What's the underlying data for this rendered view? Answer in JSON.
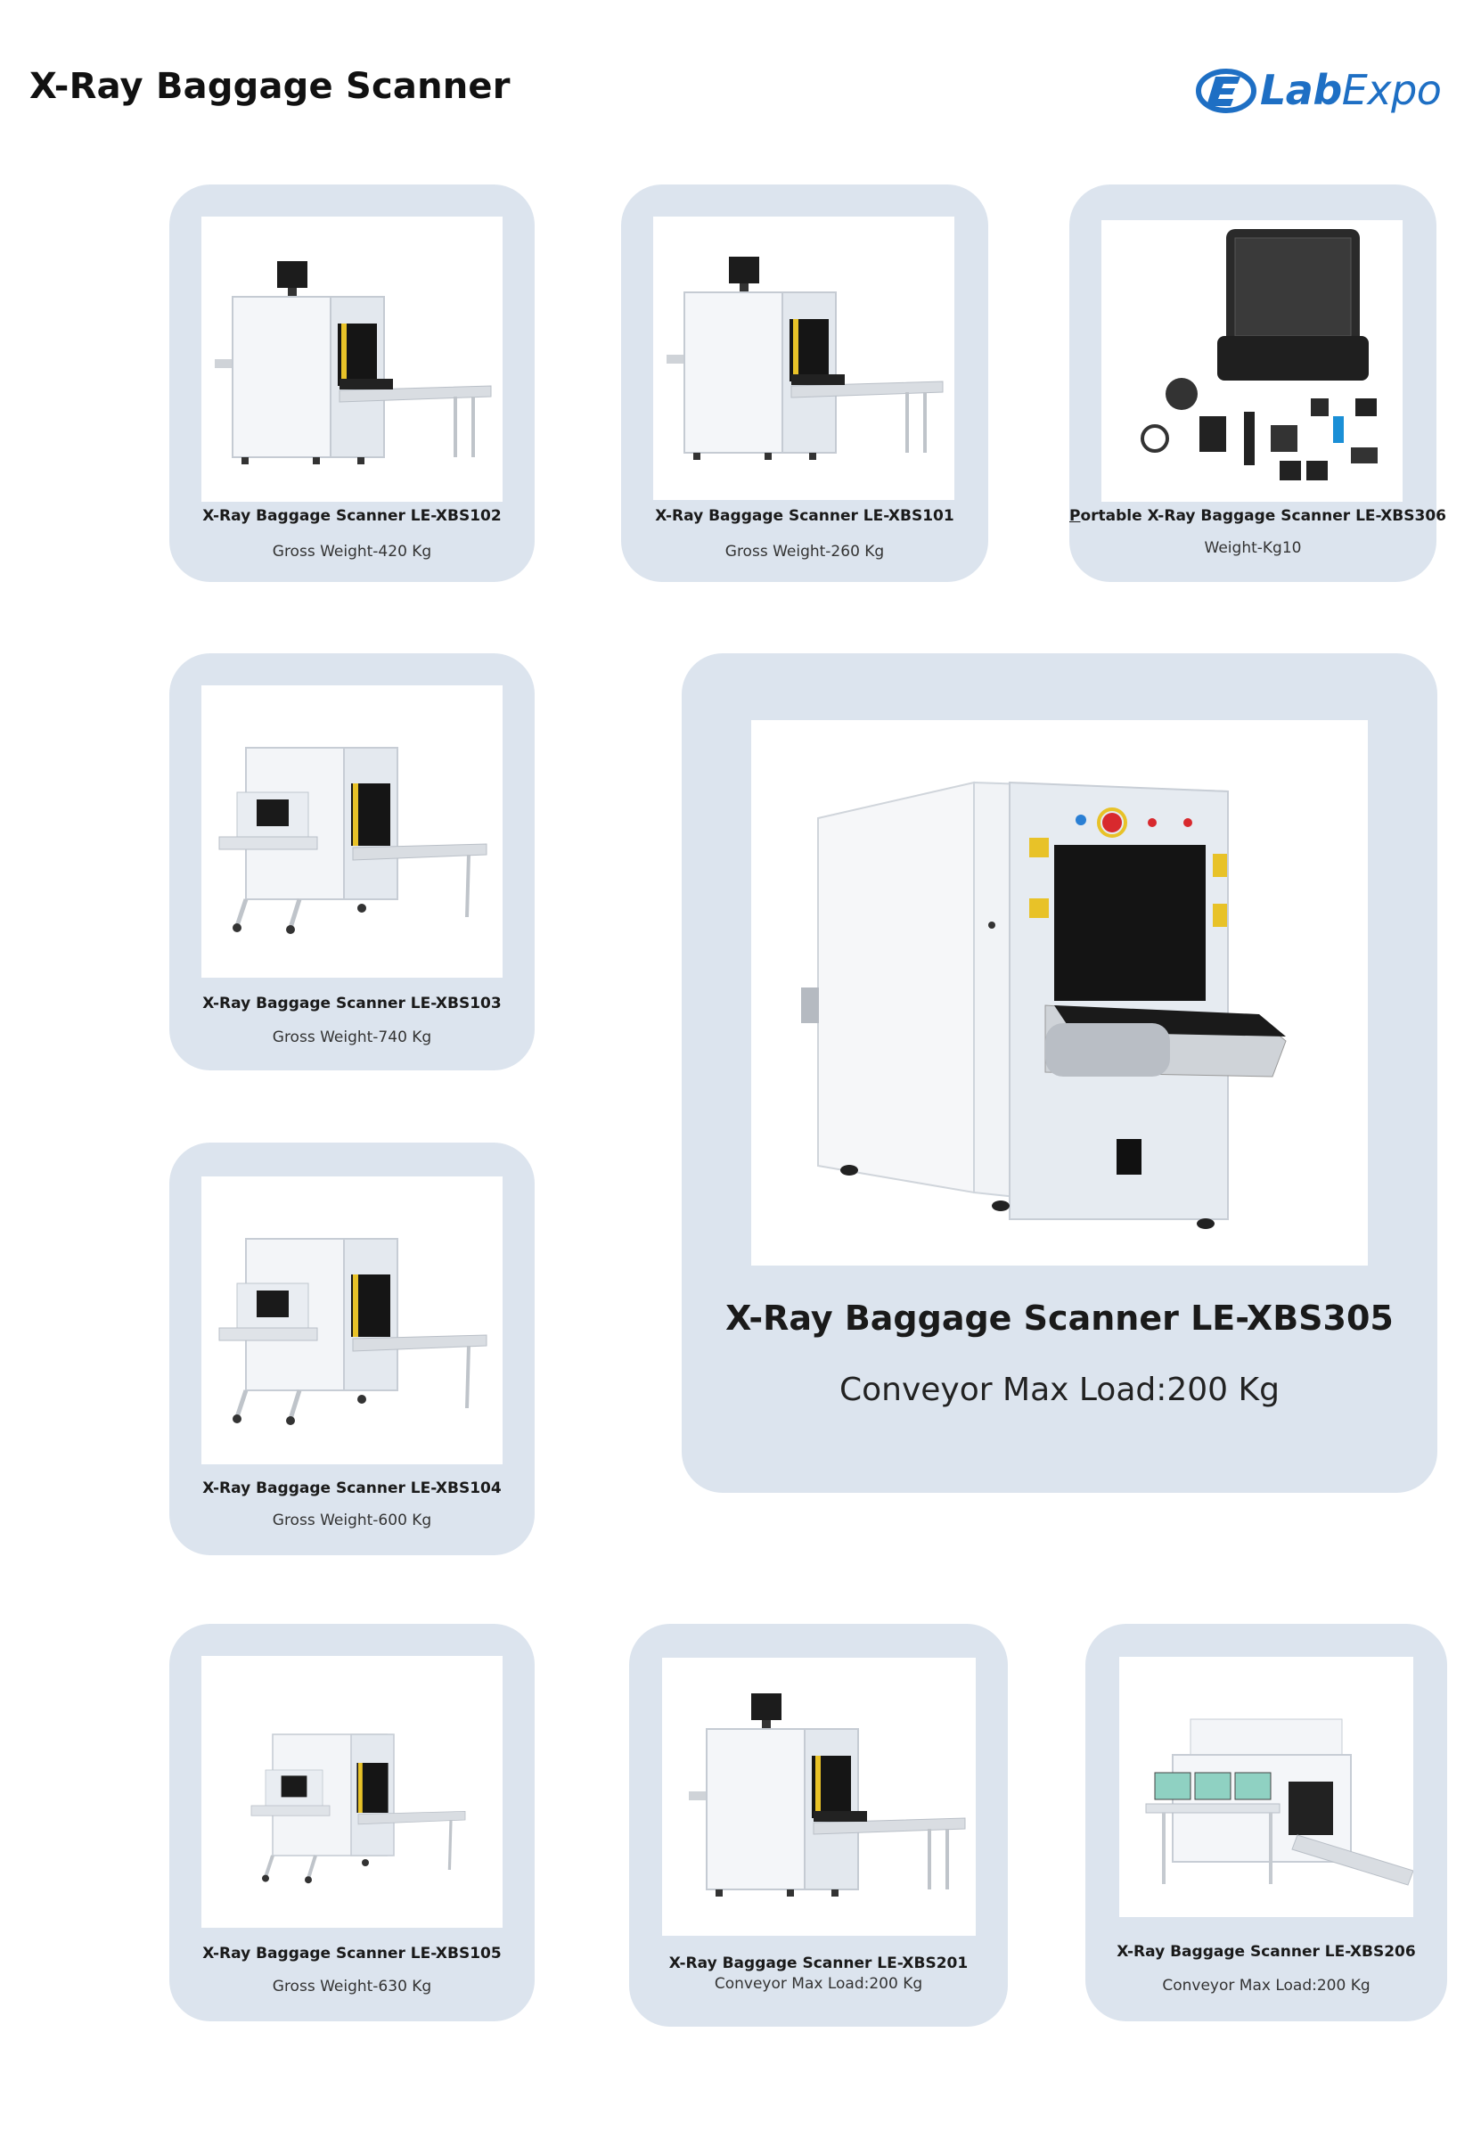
{
  "header": {
    "title": "X-Ray Baggage Scanner",
    "logo": {
      "text_bold": "Lab",
      "text_regular": "Expo",
      "icon": "labexpo-logo-icon",
      "color": "#1e6fc4"
    }
  },
  "colors": {
    "card_bg": "#dce4ee",
    "image_bg": "#ffffff",
    "logo_blue": "#1e6fc4"
  },
  "products": [
    {
      "name": "X-Ray Baggage Scanner LE-XBS102",
      "spec": "Gross Weight-420 Kg",
      "icon": "xray-scanner-monitor-image"
    },
    {
      "name": "X-Ray Baggage Scanner LE-XBS101",
      "spec": "Gross Weight-260 Kg",
      "icon": "xray-scanner-monitor-image"
    },
    {
      "name_prefix": "P",
      "name": "ortable X-Ray Baggage Scanner LE-XBS306",
      "spec": "Weight-Kg10",
      "icon": "portable-scanner-case-image"
    },
    {
      "name": "X-Ray Baggage Scanner LE-XBS103",
      "spec": "Gross Weight-740 Kg",
      "icon": "xray-scanner-console-image"
    },
    {
      "name": "X-Ray Baggage Scanner LE-XBS305",
      "spec": "Conveyor Max Load:200 Kg",
      "icon": "xray-scanner-large-image"
    },
    {
      "name": "X-Ray Baggage Scanner LE-XBS104",
      "spec": "Gross Weight-600 Kg",
      "icon": "xray-scanner-console-image"
    },
    {
      "name": "X-Ray Baggage Scanner LE-XBS105",
      "spec": "Gross Weight-630 Kg",
      "icon": "xray-scanner-console-image"
    },
    {
      "name": "X-Ray Baggage Scanner LE-XBS201",
      "spec": "Conveyor Max Load:200 Kg",
      "icon": "xray-scanner-monitor-image"
    },
    {
      "name": "X-Ray Baggage Scanner LE-XBS206",
      "spec": "Conveyor Max Load:200 Kg",
      "icon": "xray-scanner-dual-image"
    }
  ]
}
